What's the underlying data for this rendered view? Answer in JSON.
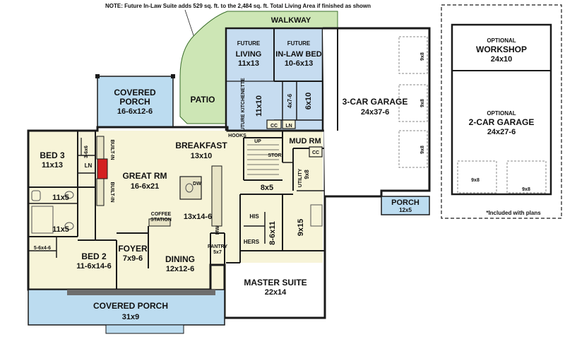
{
  "note": "NOTE: Future In-Law Suite adds 529 sq. ft. to the 2,484 sq. ft. Total Living Area if finished as shown",
  "included_note": "*Included with plans",
  "rooms": {
    "walkway": {
      "name": "WALKWAY"
    },
    "patio": {
      "name": "PATIO"
    },
    "future_living": {
      "tag": "FUTURE",
      "name": "LIVING",
      "dim": "11x13"
    },
    "future_inlaw_bed": {
      "tag": "FUTURE",
      "name": "IN-LAW BED",
      "dim": "10-6x13"
    },
    "future_kitchenette": {
      "name": "FUTURE KITCHENETTE",
      "dim": "11x10"
    },
    "closet_4x7": {
      "dim": "4x7-6"
    },
    "bath_6x10": {
      "dim": "6x10"
    },
    "covered_porch_rear": {
      "name": "COVERED",
      "name2": "PORCH",
      "dim": "16-6x12-6"
    },
    "three_car_garage": {
      "name": "3-CAR GARAGE",
      "dim": "24x37-6"
    },
    "bay_9x8": "9x8",
    "optional_workshop": {
      "tag": "OPTIONAL",
      "name": "WORKSHOP",
      "dim": "24x10"
    },
    "optional_garage": {
      "tag": "OPTIONAL",
      "name": "2-CAR GARAGE",
      "dim": "24x27-6"
    },
    "bed3": {
      "name": "BED 3",
      "dim": "11x13"
    },
    "closet_3x6": {
      "dim": "3-6x6"
    },
    "great_rm": {
      "name": "GREAT RM",
      "dim": "16-6x21"
    },
    "breakfast": {
      "name": "BREAKFAST",
      "dim": "13x10"
    },
    "kitchen": {
      "dim": "13x14-6"
    },
    "mud_rm": {
      "name": "MUD RM"
    },
    "utility": {
      "name": "UTILITY",
      "dim": "9x8"
    },
    "hall_8x5": {
      "dim": "8x5"
    },
    "his": {
      "name": "HIS"
    },
    "hers": {
      "name": "HERS"
    },
    "closet_8x11": {
      "dim": "8-6x11"
    },
    "master_bath": {
      "dim": "9x15"
    },
    "bath_11x5a": {
      "dim": "11x5"
    },
    "bath_11x5b": {
      "dim": "11x5"
    },
    "closet_5x4": {
      "dim": "5-6x4-6"
    },
    "bed2": {
      "name": "BED 2",
      "dim": "11-6x14-6"
    },
    "foyer": {
      "name": "FOYER",
      "dim": "7x9-6"
    },
    "dining": {
      "name": "DINING",
      "dim": "12x12-6"
    },
    "pantry": {
      "name": "PANTRY",
      "dim": "5x7"
    },
    "master_suite": {
      "name": "MASTER SUITE",
      "dim": "22x14"
    },
    "covered_porch_front": {
      "name": "COVERED PORCH",
      "dim": "31x9"
    },
    "porch_side": {
      "name": "PORCH",
      "dim": "12x5"
    }
  },
  "small_labels": {
    "built_in": "BUILT-IN",
    "ln": "LN",
    "cc": "CC",
    "hooks": "HOOKS",
    "up": "UP",
    "stor": "STOR.",
    "dw": "DW",
    "coffee": "COFFEE",
    "station": "STATION",
    "mw": "MW"
  },
  "colors": {
    "living": "#f7f4d8",
    "porch": "#bcdcf0",
    "patio": "#cde6b5",
    "future": "#c6dcf0",
    "wall": "#1a1a1a",
    "fireplace": "#d42020",
    "stone": "#6e6e6e"
  }
}
